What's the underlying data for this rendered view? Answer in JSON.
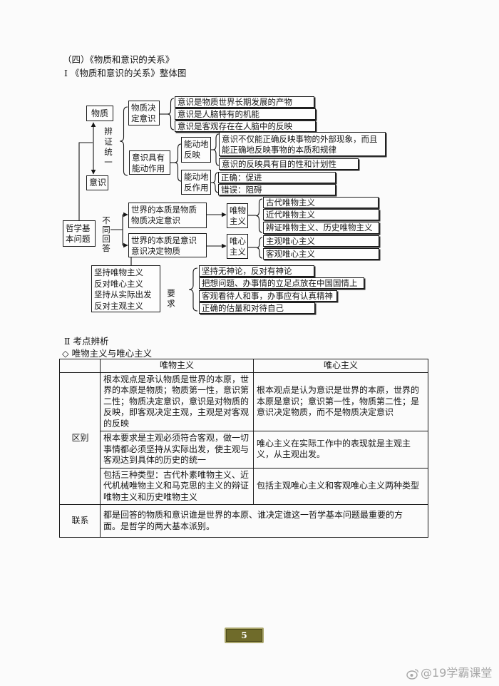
{
  "page": {
    "section_title": "（四）《物质和意识的关系》",
    "part1_title": "Ⅰ 《物质和意识的关系》整体图",
    "part2_title": "Ⅱ 考点辨析",
    "part2_subtitle": "◇ 唯物主义与唯心主义",
    "page_number": "5",
    "watermark": "@19学霸课堂"
  },
  "diagram": {
    "matter": "物质",
    "consciousness": "意识",
    "unity": "辨证统一",
    "matter_determines": [
      "物质决",
      "定意识"
    ],
    "origin_items": [
      "意识是物质世界长期发展的产物",
      "意识是人脑特有的机能",
      "意识是客观存在在人脑中的反映"
    ],
    "active_role": [
      "意识具有",
      "能动作用"
    ],
    "active_reflection": [
      "能动地",
      "反映"
    ],
    "reflection_detail": [
      "意识不仅能正确反映事物的外部现象，而且",
      "能正确地反映事物的本质和规律"
    ],
    "reflection_purpose": "意识的反映具有目的性和计划性",
    "active_reaction": [
      "能动地",
      "反作用"
    ],
    "reaction_items": [
      "正确：促进",
      "错误：阻碍"
    ],
    "basic_question": [
      "哲学基",
      "本问题"
    ],
    "different_answers": "不同回答",
    "matter_first": [
      "世界的本质是物质",
      "物质决定意识"
    ],
    "materialism": [
      "唯物",
      "主义"
    ],
    "materialism_types": [
      "古代唯物主义",
      "近代唯物主义",
      "辨证唯物主义、历史唯物主义"
    ],
    "consciousness_first": [
      "世界的本质是意识",
      "意识决定物质"
    ],
    "idealism": [
      "唯心",
      "主义"
    ],
    "idealism_types": [
      "主观唯心主义",
      "客观唯心主义"
    ],
    "principles": [
      "坚持唯物主义",
      "反对唯心主义",
      "坚持从实际出发",
      "反对主观主义"
    ],
    "requirement_label": "要求",
    "requirements": [
      "坚持无神论，反对有神论",
      "把想问题、办事情的立足点放在中国国情上",
      "客观看待人和事，办事应有认真精神",
      "正确的估量和对待自己"
    ]
  },
  "table": {
    "header_materialism": "唯物主义",
    "header_idealism": "唯心主义",
    "difference_label": "区别",
    "difference_rows": [
      {
        "materialism": "根本观点是承认物质是世界的本原，世界的本原是物质；物质第一性，意识第二性；物质决定意识，意识是对物质的反映，即客观决定主观，主观是对客观的反映",
        "idealism": "根本观点是认为意识是世界的本原，世界的本原是意识；意识第一性，物质第二性；是意识决定物质，而不是物质决定意识"
      },
      {
        "materialism": "根本要求是主观必须符合客观，做一切事情都必须坚持从实际出发，使主观与客观达到具体的历史的统一",
        "idealism": "唯心主义在实际工作中的表现就是主观主义，从主观出发。"
      },
      {
        "materialism": "包括三种类型：古代朴素唯物主义、近代机械唯物主义和马克思的主义的辩证唯物主义和历史唯物主义",
        "idealism": "包括主观唯心主义和客观唯心主义两种类型"
      }
    ],
    "connection_label": "联系",
    "connection": "都是回答的物质和意识谁是世界的本原、谁决定谁这一哲学基本问题最重要的方面。是哲学的两大基本派别。"
  }
}
